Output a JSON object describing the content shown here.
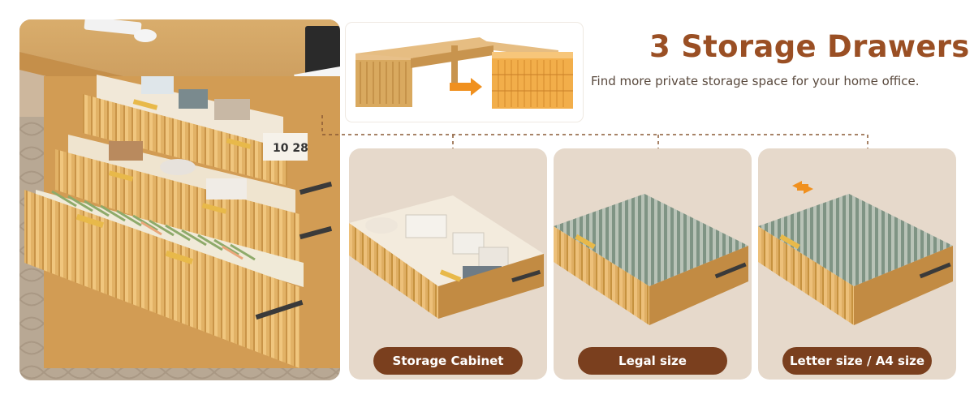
{
  "header": {
    "title": "3 Storage Drawers",
    "subtitle": "Find more private storage space for your home office."
  },
  "panels": [
    {
      "label": "Storage Cabinet"
    },
    {
      "label": "Legal size"
    },
    {
      "label": "Letter size / A4 size"
    }
  ],
  "photo": {
    "book_label": "10 28"
  },
  "colors": {
    "heading": "#9a4f24",
    "pill": "#7a3f1e",
    "panel_bg": "#e6d9cb",
    "wood": "#e3b46c",
    "accent_arrow": "#f0901e"
  }
}
